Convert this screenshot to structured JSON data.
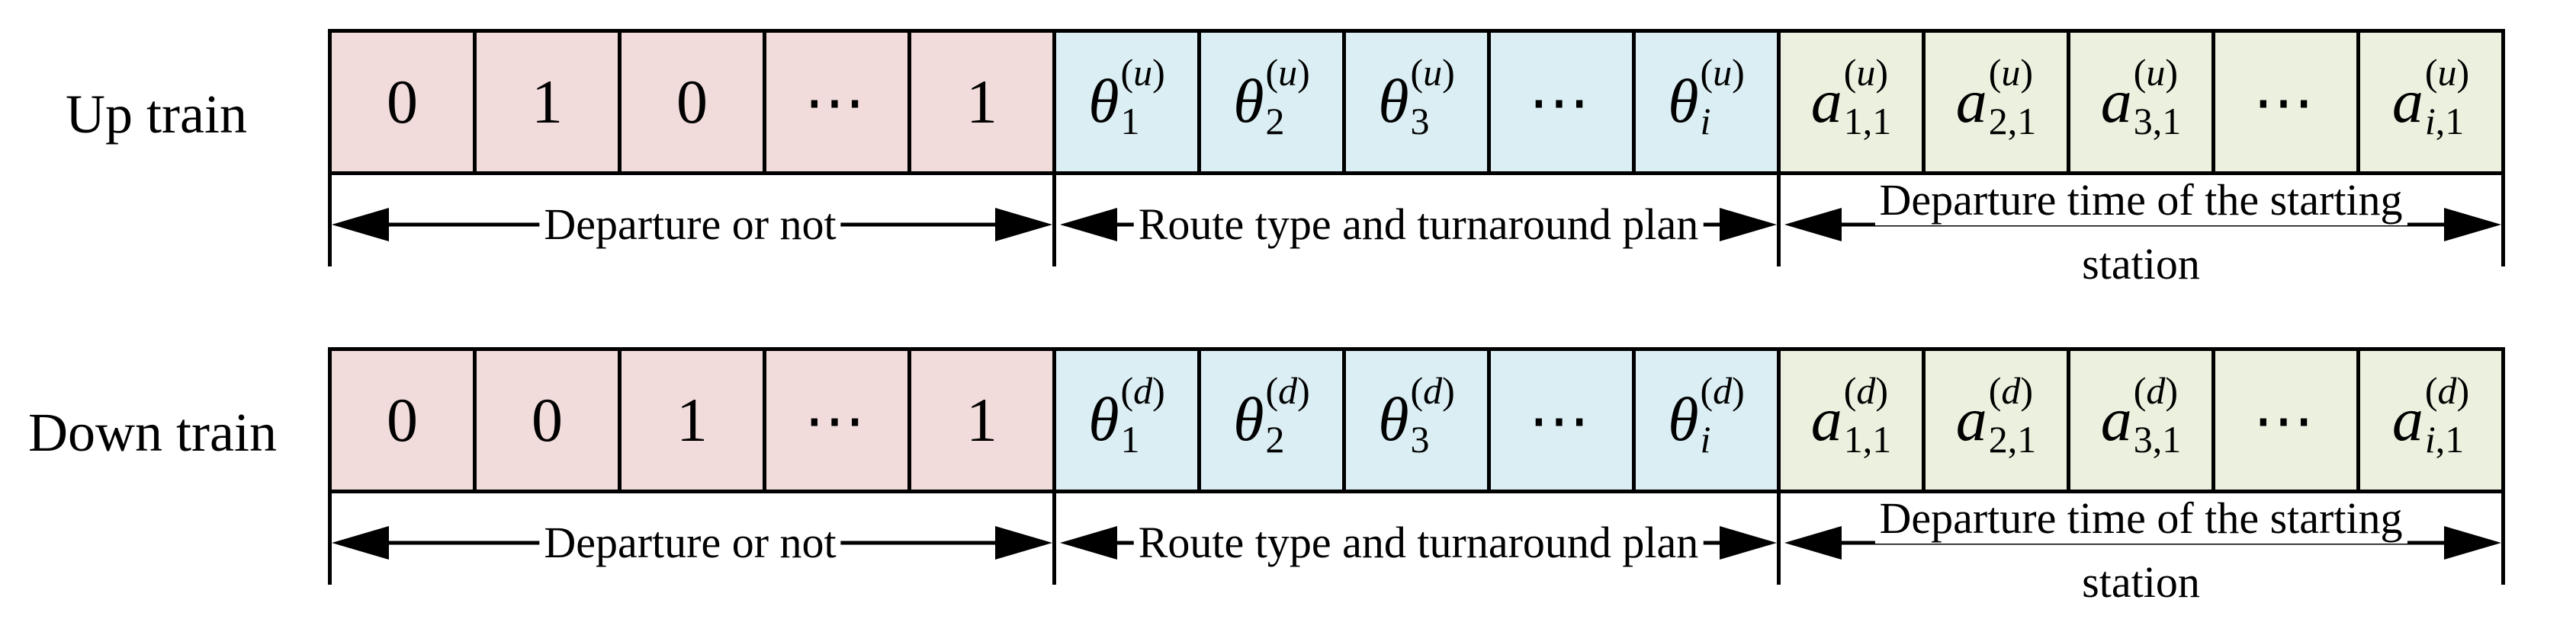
{
  "rows": [
    {
      "label": "Up train",
      "bits": [
        "0",
        "1",
        "0",
        "⋯",
        "1"
      ],
      "theta_sup": "u",
      "a_sup": "u",
      "theta_subs": [
        "1",
        "2",
        "3",
        "",
        "i"
      ],
      "a_subs": [
        "1,1",
        "2,1",
        "3,1",
        "",
        "i,1"
      ]
    },
    {
      "label": "Down train",
      "bits": [
        "0",
        "0",
        "1",
        "⋯",
        "1"
      ],
      "theta_sup": "d",
      "a_sup": "d",
      "theta_subs": [
        "1",
        "2",
        "3",
        "",
        "i"
      ],
      "a_subs": [
        "1,1",
        "2,1",
        "3,1",
        "",
        "i,1"
      ]
    }
  ],
  "symbols": {
    "theta": "θ",
    "a": "a",
    "ellipsis": "⋯"
  },
  "segments": {
    "departure": "Departure or not",
    "route": "Route type and turnaround plan",
    "time_line1": "Departure time of the starting",
    "time_line2": "station"
  },
  "colors": {
    "departure": "#f2dcdb",
    "route": "#daeef3",
    "time": "#ebf1de"
  }
}
